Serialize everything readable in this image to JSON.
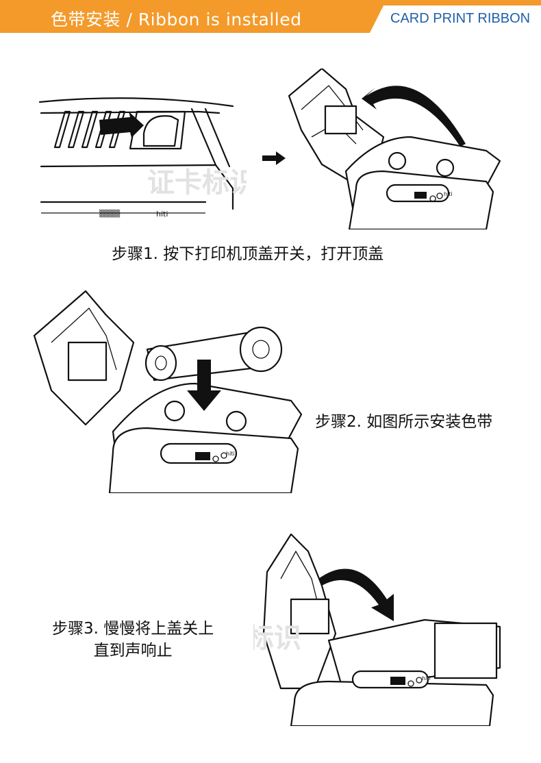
{
  "header": {
    "title": "色带安装 / Ribbon is installed",
    "tag": "CARD PRINT RIBBON",
    "colors": {
      "bar": "#f39a2b",
      "tag_text": "#1f5fa8"
    }
  },
  "steps": [
    {
      "label": "步骤1. 按下打印机顶盖开关，打开顶盖"
    },
    {
      "label": "步骤2. 如图所示安装色带"
    },
    {
      "label_line1": "步骤3. 慢慢将上盖关上",
      "label_line2": "直到声响止"
    }
  ],
  "figures": {
    "printer_brand": "hiti",
    "watermark": "证卡标识"
  }
}
